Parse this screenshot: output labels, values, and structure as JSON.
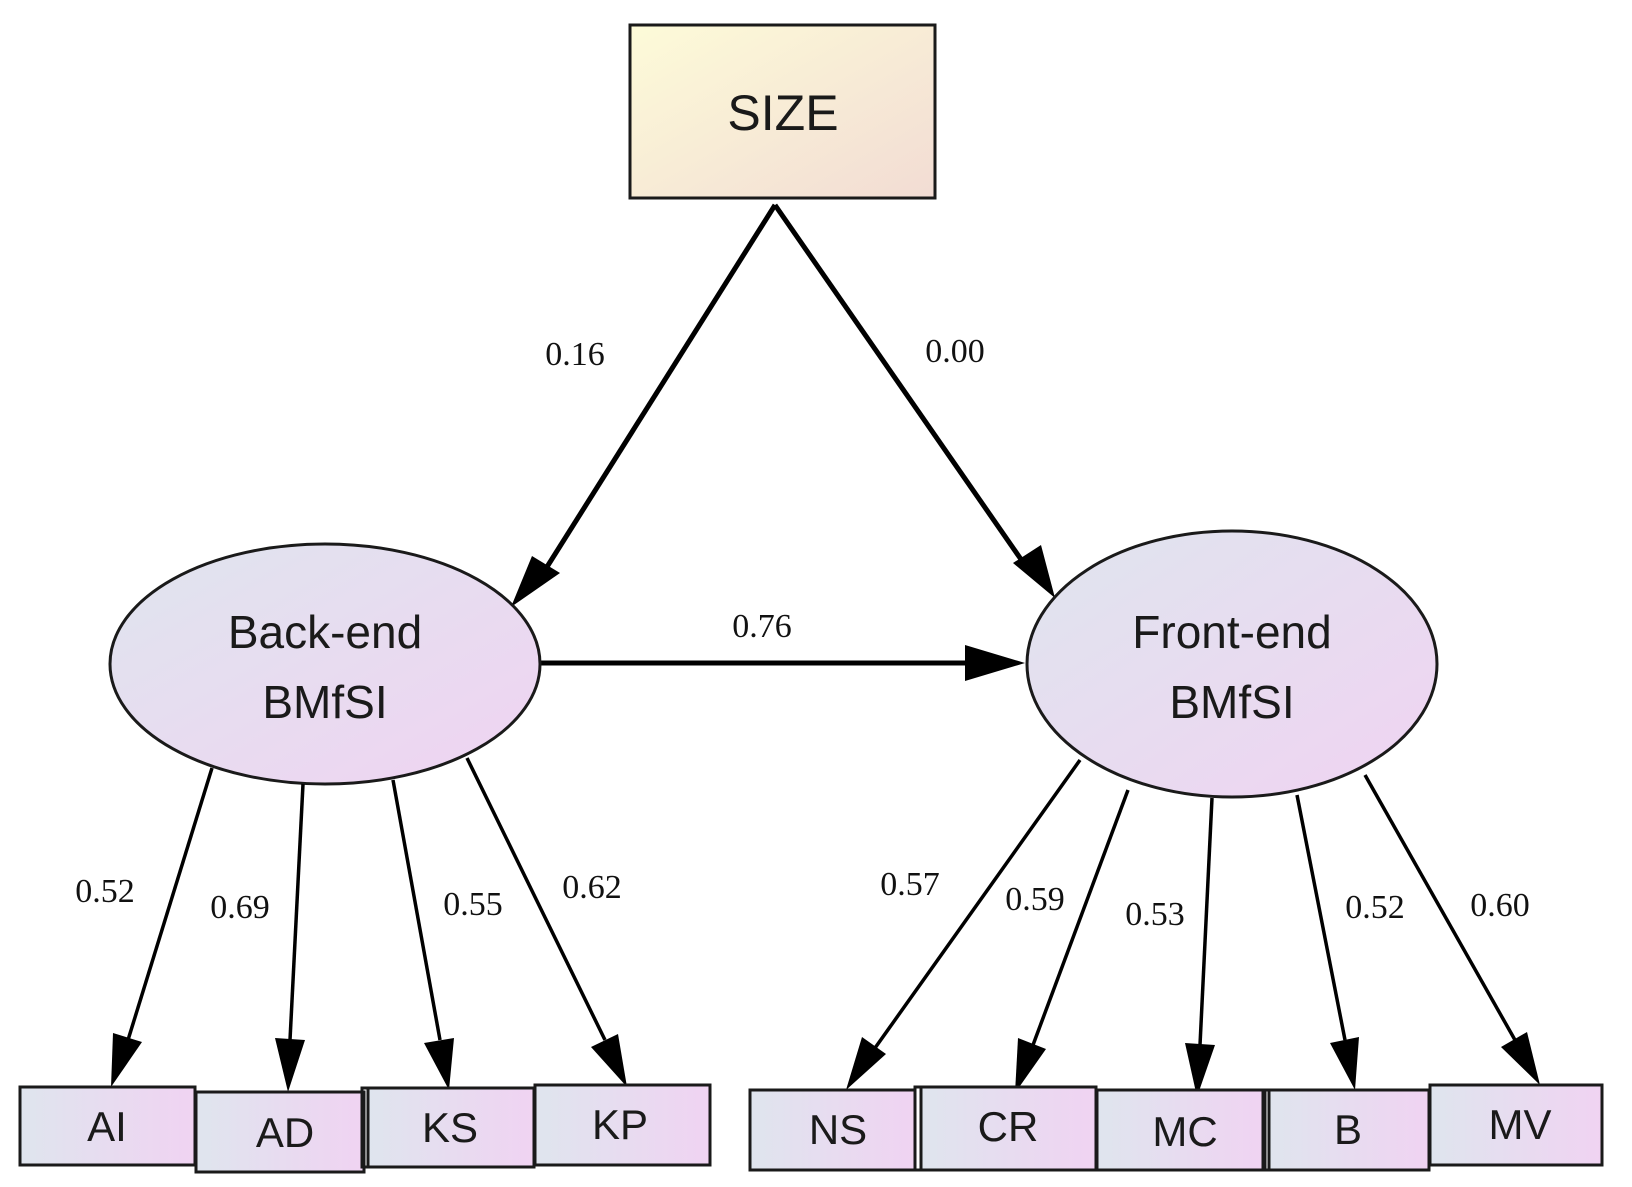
{
  "diagram": {
    "colors": {
      "observed_fill_start": "#fdfbd8",
      "observed_fill_end": "#f2dcd4",
      "latent_fill_start": "#dfe5ee",
      "latent_fill_end": "#f0d3f2",
      "stroke": "#1a1a1a"
    },
    "nodes": {
      "size": {
        "label": "SIZE"
      },
      "backend": {
        "line1": "Back-end",
        "line2": "BMfSI"
      },
      "frontend": {
        "line1": "Front-end",
        "line2": "BMfSI"
      },
      "indicators": {
        "ai": "AI",
        "ad": "AD",
        "ks": "KS",
        "kp": "KP",
        "ns": "NS",
        "cr": "CR",
        "mc": "MC",
        "b": "B",
        "mv": "MV"
      }
    },
    "paths": {
      "size_backend": "0.16",
      "size_frontend": "0.00",
      "backend_frontend": "0.76",
      "backend_ai": "0.52",
      "backend_ad": "0.69",
      "backend_ks": "0.55",
      "backend_kp": "0.62",
      "frontend_ns": "0.57",
      "frontend_cr": "0.59",
      "frontend_mc": "0.53",
      "frontend_b": "0.52",
      "frontend_mv": "0.60"
    }
  }
}
